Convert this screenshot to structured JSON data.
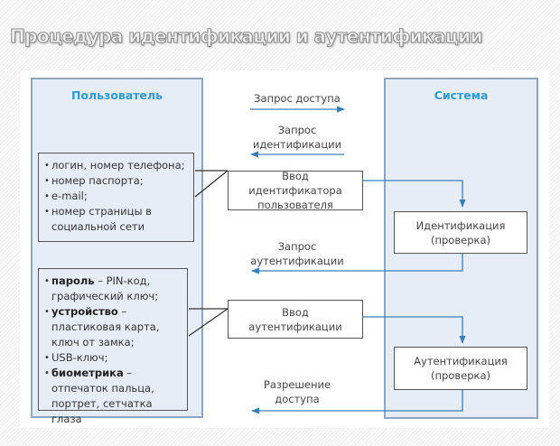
{
  "title": "Процедура идентификации и аутентификации",
  "colors": {
    "panel_fill": "#e6edf7",
    "panel_border": "#8ea6bf",
    "heading": "#2e9bd4",
    "arrow": "#3a7fb5",
    "box_border": "#555555"
  },
  "user_panel": {
    "title": "Пользователь",
    "identifiers": [
      "логин, номер телефона;",
      "номер паспорта;",
      "e-mail;",
      "номер страницы в социальной сети"
    ],
    "authenticators": [
      {
        "term": "пароль",
        "desc": " – PIN-код, графический ключ;"
      },
      {
        "term": "устройство",
        "desc": " – пластиковая карта, ключ от замка;"
      },
      {
        "term": "",
        "desc": "USB-ключ;"
      },
      {
        "term": "биометрика",
        "desc": " – отпечаток пальца, портрет, сетчатка глаза"
      }
    ]
  },
  "system_panel": {
    "title": "Система",
    "identification_box": "Идентификация (проверка)",
    "authentication_box": "Аутентификация (проверка)"
  },
  "middle": {
    "input_id_box": "Ввод идентификатора пользователя",
    "input_auth_box": "Ввод аутентификации"
  },
  "messages": {
    "access_request": "Запрос доступа",
    "id_request_1": "Запрос",
    "id_request_2": "идентификации",
    "auth_request_1": "Запрос",
    "auth_request_2": "аутентификации",
    "access_grant_1": "Разрешение",
    "access_grant_2": "доступа"
  }
}
